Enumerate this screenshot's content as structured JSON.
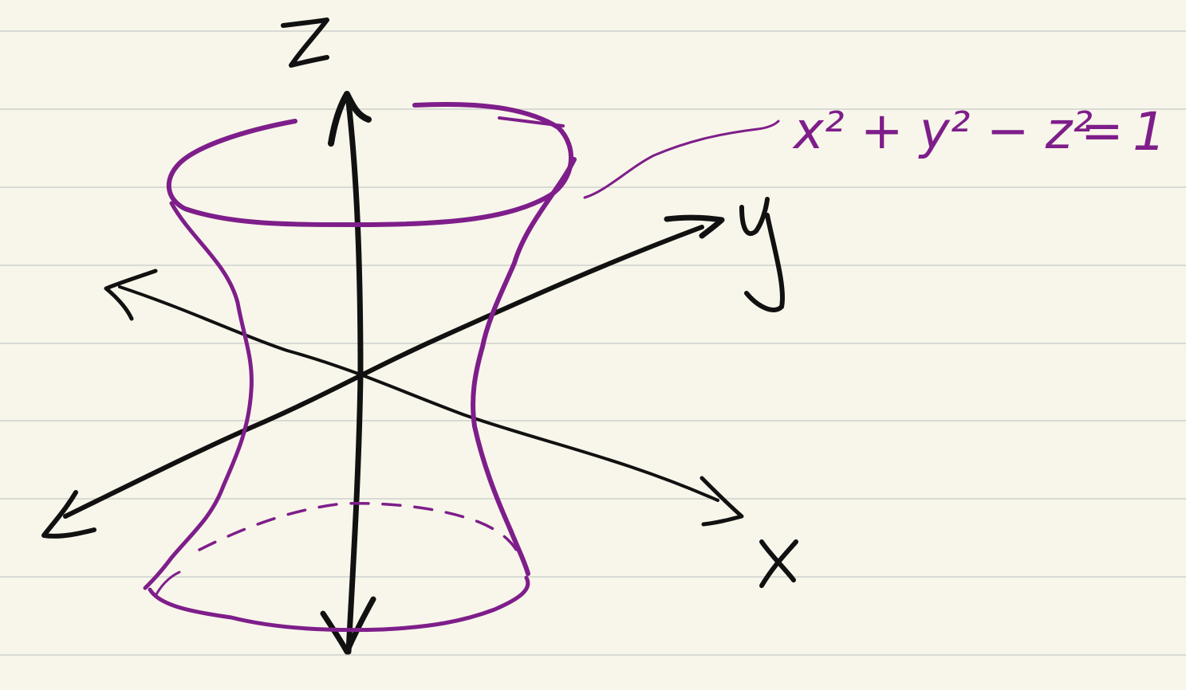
{
  "colors": {
    "paper": "#f8f6ea",
    "rule": "#d8dad5",
    "ink": "#111111",
    "surface": "#7e1e8a"
  },
  "axes": {
    "z_label": "z",
    "y_label": "y",
    "x_label": "x"
  },
  "equation": {
    "lhs": "x² + y² − z²",
    "eq": "=",
    "rhs": "1"
  }
}
